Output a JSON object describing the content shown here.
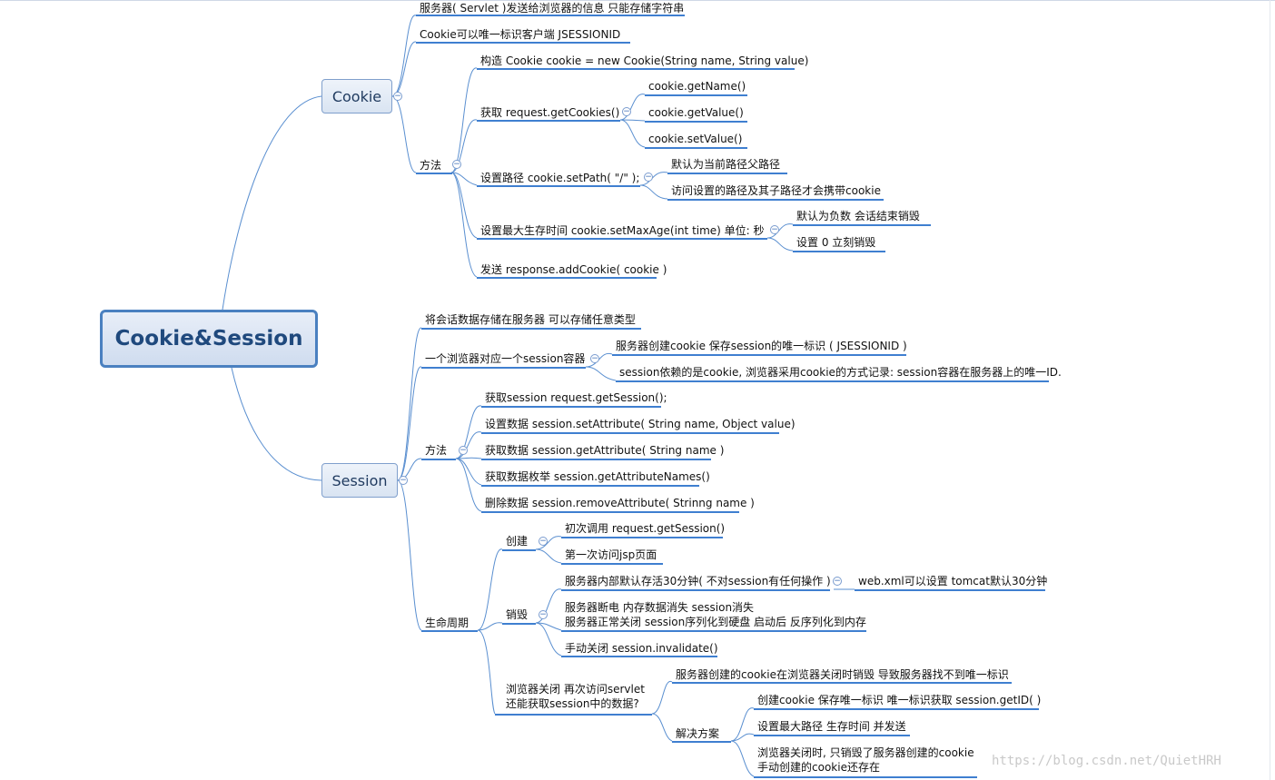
{
  "root": {
    "label": "Cookie&Session"
  },
  "cookie": {
    "label": "Cookie",
    "items": {
      "servlet_sends": "服务器( Servlet )发送给浏览器的信息   只能存储字符串",
      "jsessionid": "Cookie可以唯一标识客户端   JSESSIONID",
      "methods_label": "方法",
      "construct": "构造   Cookie cookie = new Cookie(String name, String value)",
      "get_label": "获取    request.getCookies()",
      "get_name": "cookie.getName()",
      "get_value": "cookie.getValue()",
      "set_value": "cookie.setValue()",
      "setpath_label": "设置路径    cookie.setPath( \"/\" );",
      "path_default": "默认为当前路径父路径",
      "path_sub": "访问设置的路径及其子路径才会携带cookie",
      "maxage_label": "设置最大生存时间 cookie.setMaxAge(int time)        单位: 秒",
      "maxage_negative": "默认为负数   会话结束销毁",
      "maxage_zero": "设置 0   立刻销毁",
      "send": "发送 response.addCookie( cookie )"
    }
  },
  "session": {
    "label": "Session",
    "items": {
      "store_any": "将会话数据存储在服务器 可以存储任意类型",
      "one_browser": "一个浏览器对应一个session容器",
      "create_cookie": "服务器创建cookie 保存session的唯一标识 ( JSESSIONID )",
      "depends_cookie": "session依赖的是cookie, 浏览器采用cookie的方式记录: session容器在服务器上的唯一ID.",
      "methods_label": "方法",
      "get_session": "获取session     request.getSession();",
      "set_attr": "设置数据 session.setAttribute( String name, Object value)",
      "get_attr": "获取数据 session.getAttribute( String name )",
      "get_attr_names": "获取数据枚举 session.getAttributeNames()",
      "remove_attr": "删除数据 session.removeAttribute( Strinng name )",
      "lifecycle_label": "生命周期",
      "create_label": "创建",
      "first_call": "初次调用 request.getSession()",
      "first_jsp": "第一次访问jsp页面",
      "destroy_label": "销毁",
      "default_30": "服务器内部默认存活30分钟( 不对session有任何操作 )",
      "webxml": "web.xml可以设置 tomcat默认30分钟",
      "power_off_1": "服务器断电  内存数据消失  session消失",
      "power_off_2": "服务器正常关闭 session序列化到硬盘 启动后 反序列化到内存",
      "manual_close": "手动关闭    session.invalidate()",
      "question_1": "浏览器关闭 再次访问servlet",
      "question_2": "还能获取session中的数据?",
      "answer": "服务器创建的cookie在浏览器关闭时销毁   导致服务器找不到唯一标识",
      "solution_label": "解决方案",
      "solution_1": "创建cookie   保存唯一标识   唯一标识获取  session.getID( )",
      "solution_2": "设置最大路径  生存时间  并发送",
      "solution_3a": "浏览器关闭时, 只销毁了服务器创建的cookie",
      "solution_3b": "手动创建的cookie还存在"
    }
  },
  "watermark": "https://blog.csdn.net/QuietHRH",
  "colors": {
    "connector": "#5a8fd0",
    "underline": "#3f7fd0",
    "root_border": "#4a80c0",
    "root_text": "#1f497d"
  }
}
